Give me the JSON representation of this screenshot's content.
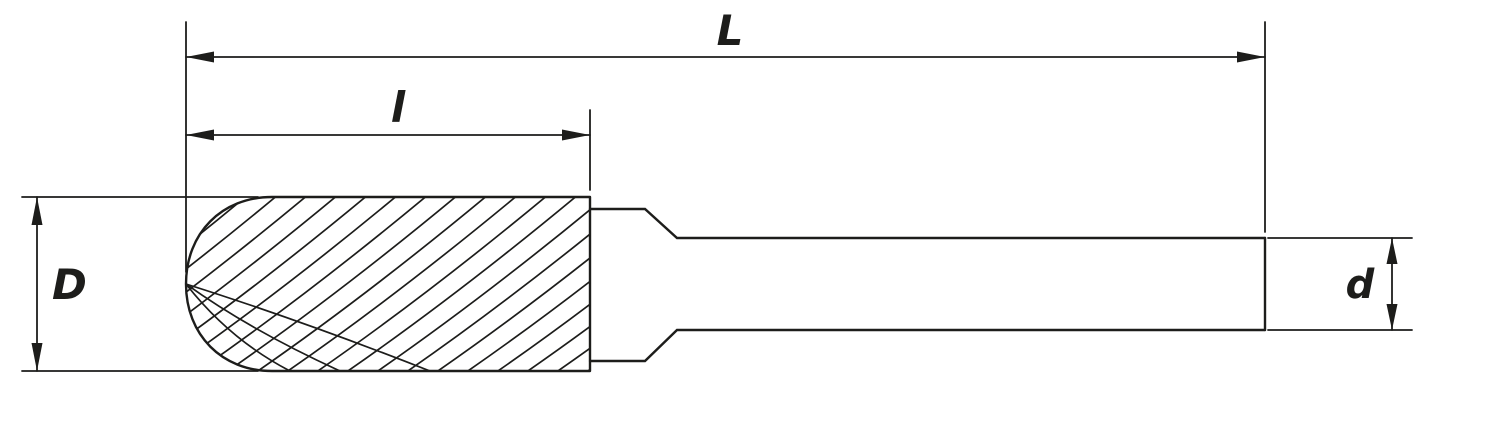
{
  "drawing": {
    "labels": {
      "total_length": "L",
      "cut_length": "l",
      "head_diameter": "D",
      "shank_diameter": "d"
    },
    "colors": {
      "line": "#1d1d1b",
      "background": "#ffffff"
    }
  }
}
